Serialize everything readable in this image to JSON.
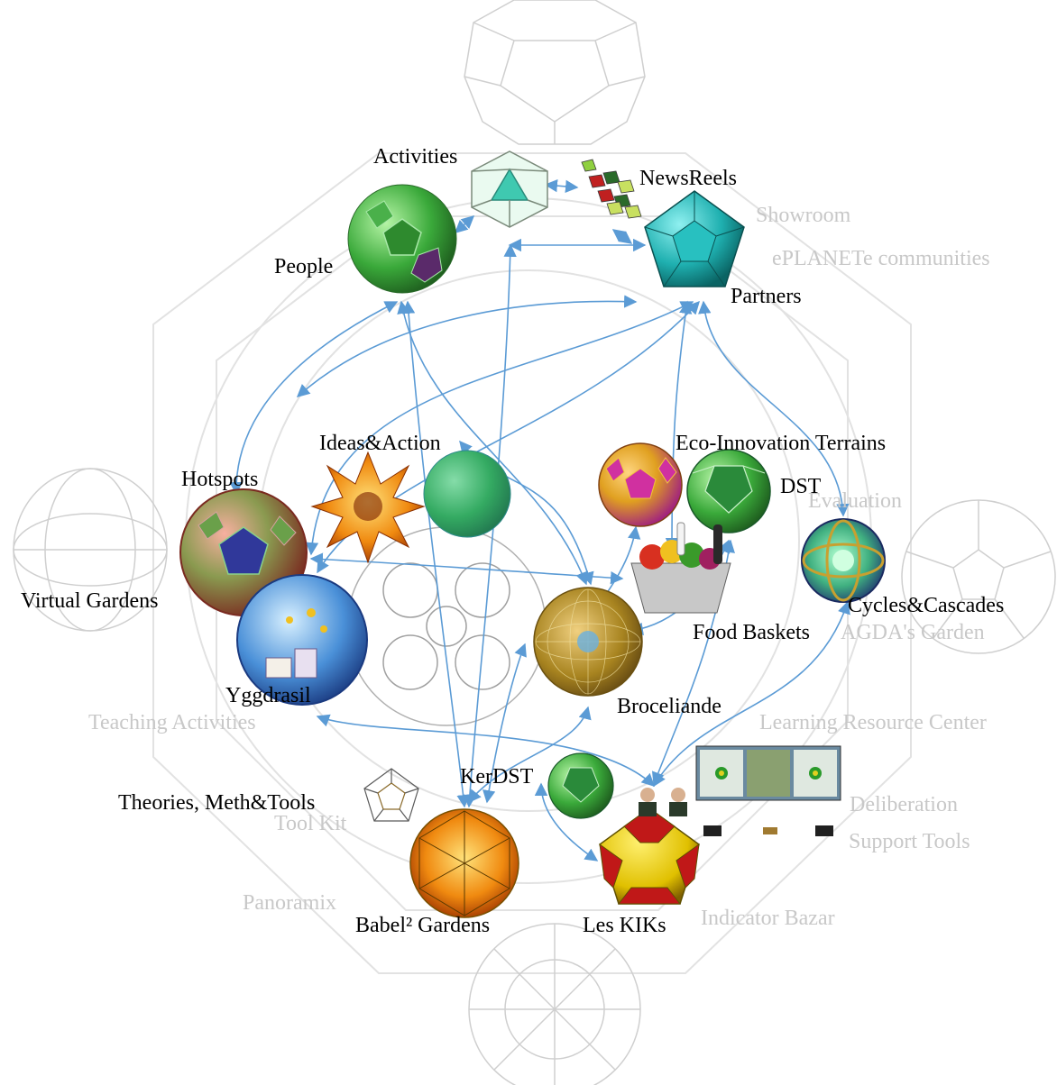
{
  "colors": {
    "link": "#5b9bd5",
    "ghost_text": "#c8c8c8",
    "background_mesh": "#d9d9d9",
    "label": "#000000"
  },
  "nodes": {
    "activities": {
      "label": "Activities",
      "icon": "wireframe-polyhedron-icon"
    },
    "newsreels": {
      "label": "NewsReels",
      "icon": "tile-net-icon"
    },
    "people": {
      "label": "People",
      "icon": "green-sphere-icon"
    },
    "partners": {
      "label": "Partners",
      "icon": "teal-dodecahedron-icon"
    },
    "hotspots": {
      "label": "Hotspots",
      "icon": "red-sphere-icon"
    },
    "ideas_action": {
      "label": "Ideas&Action",
      "icon": "orange-star-icon"
    },
    "eco_innovation": {
      "label": "Eco-Innovation Terrains",
      "icon": "magenta-sphere-icon"
    },
    "dst": {
      "label": "DST",
      "icon": "green-polyhedron-icon"
    },
    "virtual_gardens": {
      "label": "Virtual Gardens",
      "icon": "sketch-globe-icon"
    },
    "cycles_cascades": {
      "label": "Cycles&Cascades",
      "icon": "atom-sphere-icon"
    },
    "food_baskets": {
      "label": "Food Baskets",
      "icon": "food-basket-icon"
    },
    "yggdrasil": {
      "label": "Yggdrasil",
      "icon": "painting-sphere-icon"
    },
    "broceliande": {
      "label": "Broceliande",
      "icon": "golden-wire-sphere-icon"
    },
    "kerdst": {
      "label": "KerDST",
      "icon": "green-polyhedron-icon"
    },
    "theories": {
      "label": "Theories, Meth&Tools",
      "icon": "wire-cage-icon"
    },
    "babel": {
      "label": "Babel² Gardens",
      "icon": "gold-polyhedron-icon"
    },
    "les_kiks": {
      "label": "Les KIKs",
      "icon": "yellow-red-polyhedron-icon"
    }
  },
  "ghost_labels": {
    "showroom": "Showroom",
    "eplanete": "ePLANETe communities",
    "evaluation": "Evaluation",
    "agdas_garden": "AGDA's Garden",
    "teaching_activities": "Teaching Activities",
    "learning_resource_center": "Learning Resource Center",
    "tool_kit": "Tool Kit",
    "deliberation": "Deliberation",
    "support_tools": "Support Tools",
    "panoramix": "Panoramix",
    "indicator_bazar": "Indicator Bazar"
  }
}
